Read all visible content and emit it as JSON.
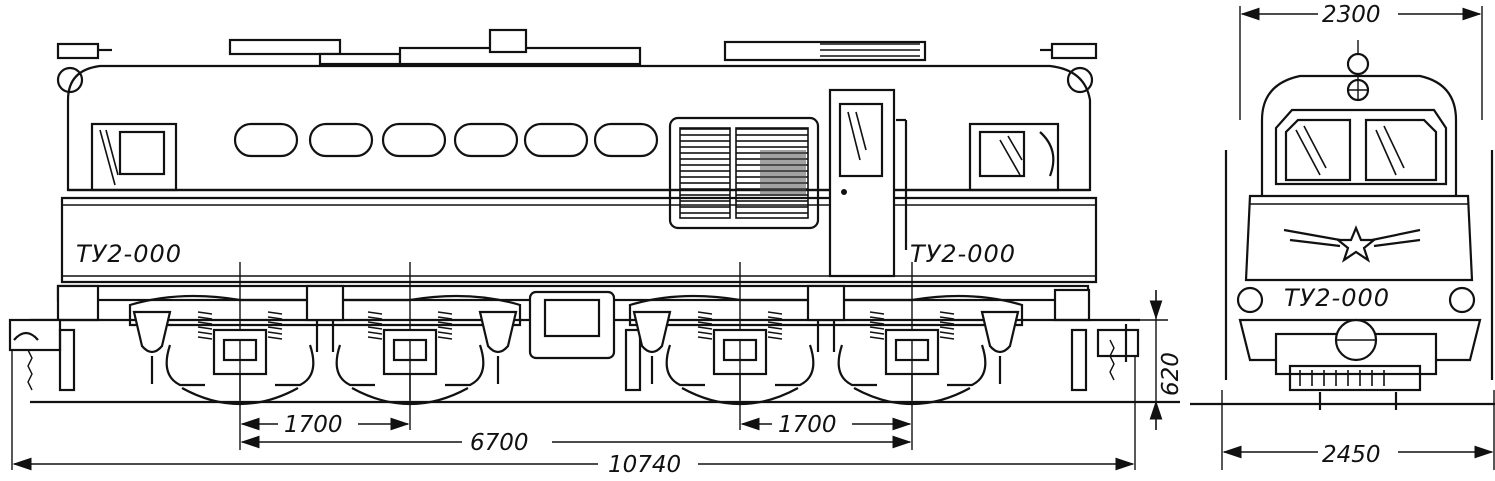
{
  "labels": {
    "side_left": "ТУ2-000",
    "side_right": "ТУ2-000",
    "front": "ТУ2-000"
  },
  "dimensions": {
    "bogie_wheelbase_left": "1700",
    "bogie_centers": "6700",
    "bogie_wheelbase_right": "1700",
    "overall_length": "10740",
    "buffer_height": "620",
    "body_width": "2300",
    "overall_width": "2450"
  },
  "colors": {
    "line": "#111111",
    "background": "#ffffff"
  }
}
